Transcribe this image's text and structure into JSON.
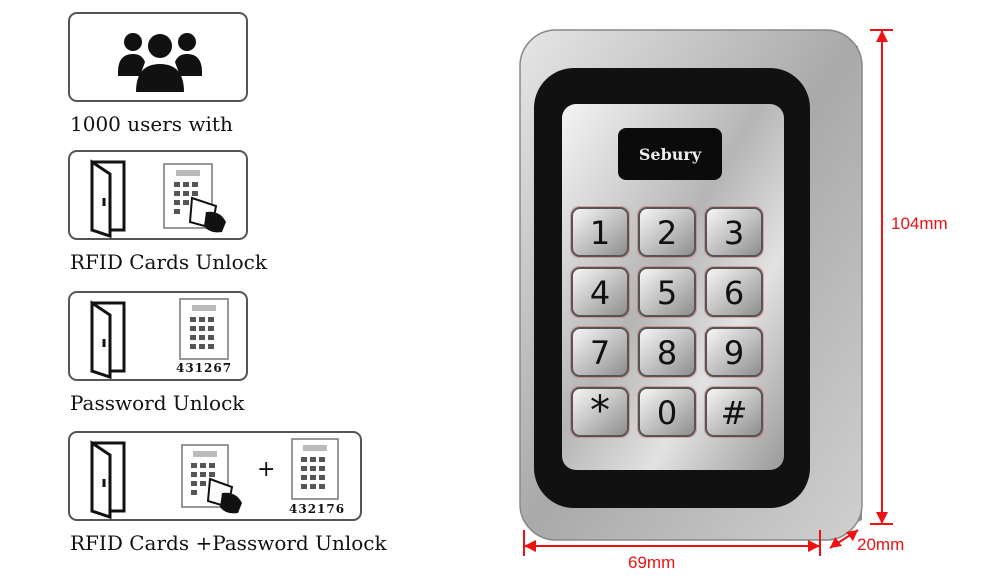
{
  "features": [
    {
      "caption": "1000 users with",
      "icon": "users-icon"
    },
    {
      "caption": "RFID Cards Unlock",
      "icon": "door-icon"
    },
    {
      "caption": "Password Unlock",
      "pin": "431267",
      "icon": "door-icon"
    },
    {
      "caption": "RFID Cards +Password Unlock",
      "pin": "432176",
      "plus": "+",
      "icon": "door-icon"
    }
  ],
  "device": {
    "brand": "Sebury",
    "keys": [
      "1",
      "2",
      "3",
      "4",
      "5",
      "6",
      "7",
      "8",
      "9",
      "*",
      "0",
      "#"
    ]
  },
  "dimensions": {
    "height": "104mm",
    "width": "69mm",
    "depth": "20mm"
  },
  "colors": {
    "dimension": "#e11111",
    "frame": "#b8b8b8",
    "bezel": "#111111"
  }
}
